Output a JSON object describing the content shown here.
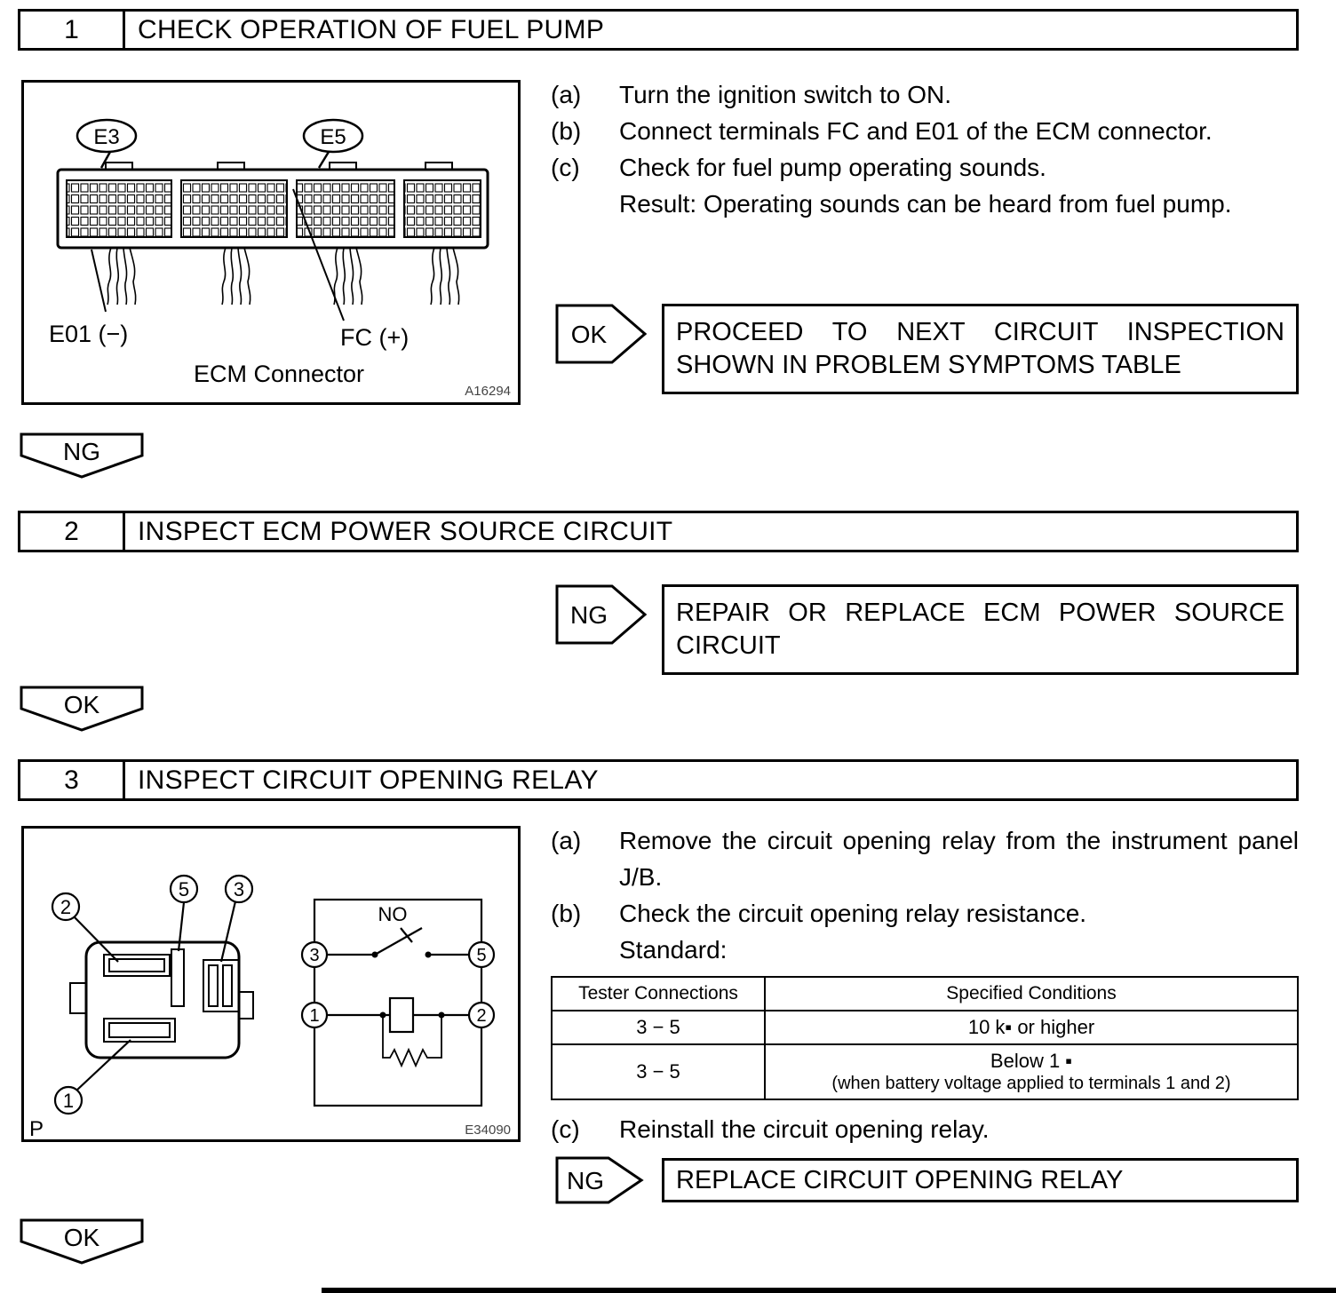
{
  "step1": {
    "number": "1",
    "title": "CHECK OPERATION OF FUEL PUMP",
    "figure": {
      "e3": "E3",
      "e5": "E5",
      "e01_label": "E01 (−)",
      "fc_label": "FC (+)",
      "caption": "ECM Connector",
      "code": "A16294"
    },
    "items": [
      {
        "marker": "(a)",
        "text": "Turn the ignition switch to ON."
      },
      {
        "marker": "(b)",
        "text": "Connect terminals FC and E01 of the ECM connector."
      },
      {
        "marker": "(c)",
        "text": "Check for fuel pump operating sounds."
      }
    ],
    "result_text": "Result: Operating sounds can be heard from fuel pump.",
    "ok_label": "OK",
    "ok_action": "PROCEED TO NEXT CIRCUIT INSPECTION SHOWN IN PROBLEM SYMPTOMS TABLE",
    "ng_label": "NG"
  },
  "step2": {
    "number": "2",
    "title": "INSPECT ECM POWER SOURCE CIRCUIT",
    "ng_label": "NG",
    "ng_action": "REPAIR OR REPLACE ECM POWER SOURCE CIRCUIT",
    "ok_label": "OK"
  },
  "step3": {
    "number": "3",
    "title": "INSPECT CIRCUIT OPENING RELAY",
    "figure": {
      "callout_2": "2",
      "callout_5": "5",
      "callout_3": "3",
      "callout_1": "1",
      "no_label": "NO",
      "term_3": "3",
      "term_5": "5",
      "term_1": "1",
      "term_2": "2",
      "corner": "P",
      "code": "E34090"
    },
    "items": [
      {
        "marker": "(a)",
        "text": "Remove the circuit opening relay from the instrument panel J/B."
      },
      {
        "marker": "(b)",
        "text": "Check the circuit opening relay resistance."
      }
    ],
    "standard_label": "Standard:",
    "table": {
      "headers": [
        "Tester Connections",
        "Specified Conditions"
      ],
      "rows": [
        {
          "connection": "3 − 5",
          "condition": "10 k▪ or higher"
        },
        {
          "connection": "3 − 5",
          "condition": "Below 1 ▪",
          "note": "(when battery voltage applied to terminals 1 and 2)"
        }
      ]
    },
    "item_c": {
      "marker": "(c)",
      "text": "Reinstall the circuit opening relay."
    },
    "ng_label": "NG",
    "ng_action": "REPLACE CIRCUIT OPENING RELAY",
    "ok_label": "OK"
  }
}
